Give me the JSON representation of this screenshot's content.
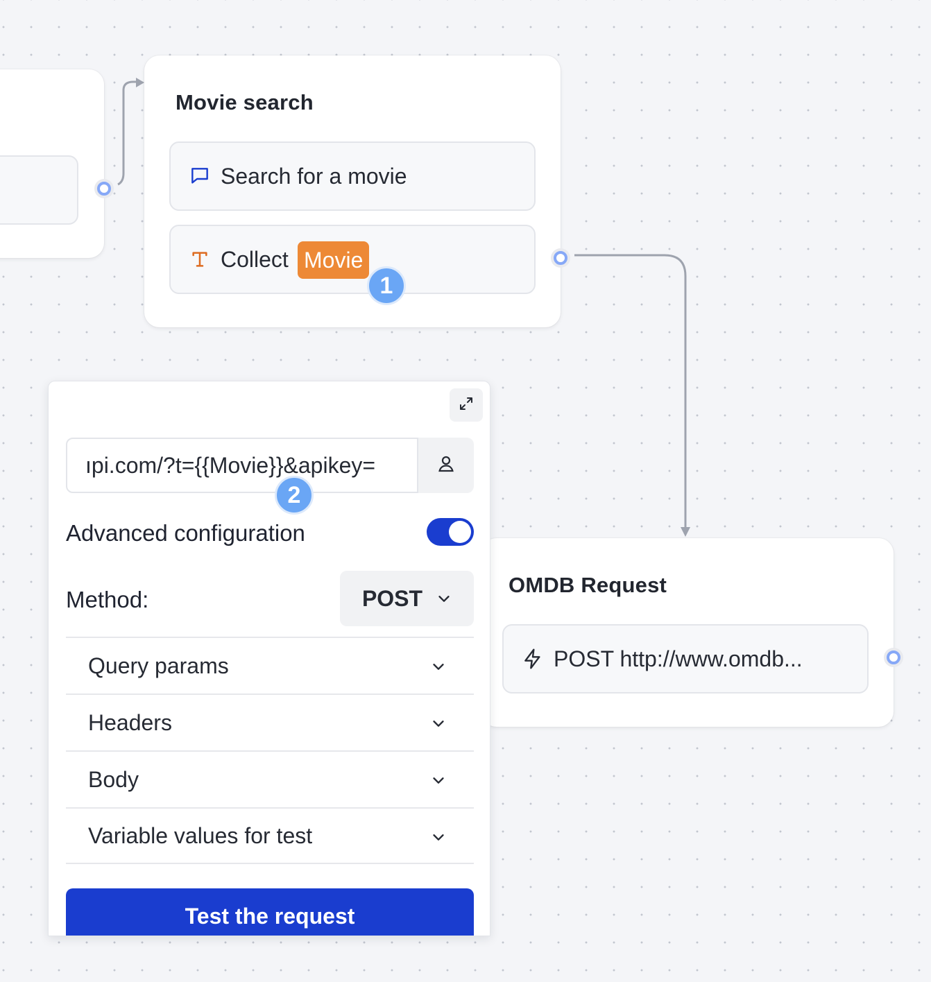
{
  "nodes": {
    "movie_search": {
      "title": "Movie search",
      "blocks": [
        {
          "icon": "chat-bubble-icon",
          "text": "Search for a movie"
        },
        {
          "icon": "text-input-icon",
          "text": "Collect",
          "variable": "Movie"
        }
      ]
    },
    "omdb_request": {
      "title": "OMDB Request",
      "blocks": [
        {
          "icon": "lightning-icon",
          "text": "POST http://www.omdb..."
        }
      ]
    }
  },
  "badges": {
    "first": "1",
    "second": "2"
  },
  "settings": {
    "url_value": "ıpi.com/?t={{Movie}}&apikey=",
    "advanced_label": "Advanced configuration",
    "advanced_enabled": true,
    "method_label": "Method:",
    "method_value": "POST",
    "sections": [
      "Query params",
      "Headers",
      "Body",
      "Variable values for test"
    ],
    "test_button": "Test the request"
  },
  "colors": {
    "accent": "#1a3dcf",
    "variable_tag": "#ed8936",
    "badge": "#6aa6f5",
    "handle": "#86a8f7",
    "edge": "#9ea3ae"
  }
}
